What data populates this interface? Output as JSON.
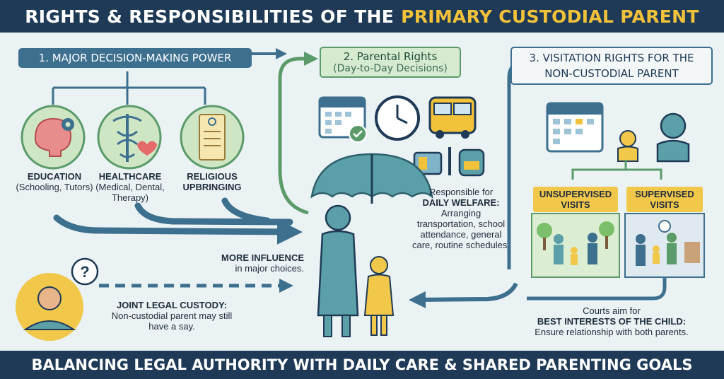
{
  "title": {
    "main": "Rights & Responsibilities of the",
    "accent": "Primary Custodial Parent"
  },
  "footer": "Balancing Legal Authority with Daily Care & Shared Parenting Goals",
  "section1": {
    "heading": "1. Major Decision-Making Power",
    "items": [
      {
        "title": "Education",
        "detail": "(Schooling, Tutors)"
      },
      {
        "title": "Healthcare",
        "detail": "(Medical, Dental, Therapy)"
      },
      {
        "title": "Religious Upbringing",
        "detail": ""
      }
    ],
    "influence": {
      "heading": "More Influence",
      "text": "in major choices."
    },
    "joint": {
      "heading": "Joint Legal Custody:",
      "text": "Non-custodial parent may still have a say."
    }
  },
  "section2": {
    "heading": "2. Parental Rights",
    "subheading": "(Day-to-Day Decisions)",
    "welfare": {
      "lead": "Responsible for",
      "heading": "Daily Welfare:",
      "text": "Arranging transportation, school attendance, general care, routine schedules."
    }
  },
  "section3": {
    "heading": "3. Visitation Rights for the Non-Custodial Parent",
    "unsupervised": "Unsupervised Visits",
    "supervised": "Supervised Visits",
    "courts": {
      "lead": "Courts aim for",
      "heading": "Best Interests of the Child:",
      "text": "Ensure relationship with both parents."
    }
  },
  "colors": {
    "navy": "#1e3a56",
    "accent": "#f2c23a",
    "teal": "#5b9fa8",
    "green": "#5b9b6a",
    "yellow": "#f2c84a"
  },
  "icons": [
    "brain-gear-icon",
    "caduceus-heart-icon",
    "scroll-icon",
    "calendar-check-icon",
    "clock-icon",
    "school-bus-icon",
    "lunchbox-icon",
    "toothbrush-icon",
    "backpack-icon",
    "umbrella-icon",
    "parent-child-icon",
    "question-person-icon",
    "calendar-icon",
    "adult-child-icon"
  ]
}
